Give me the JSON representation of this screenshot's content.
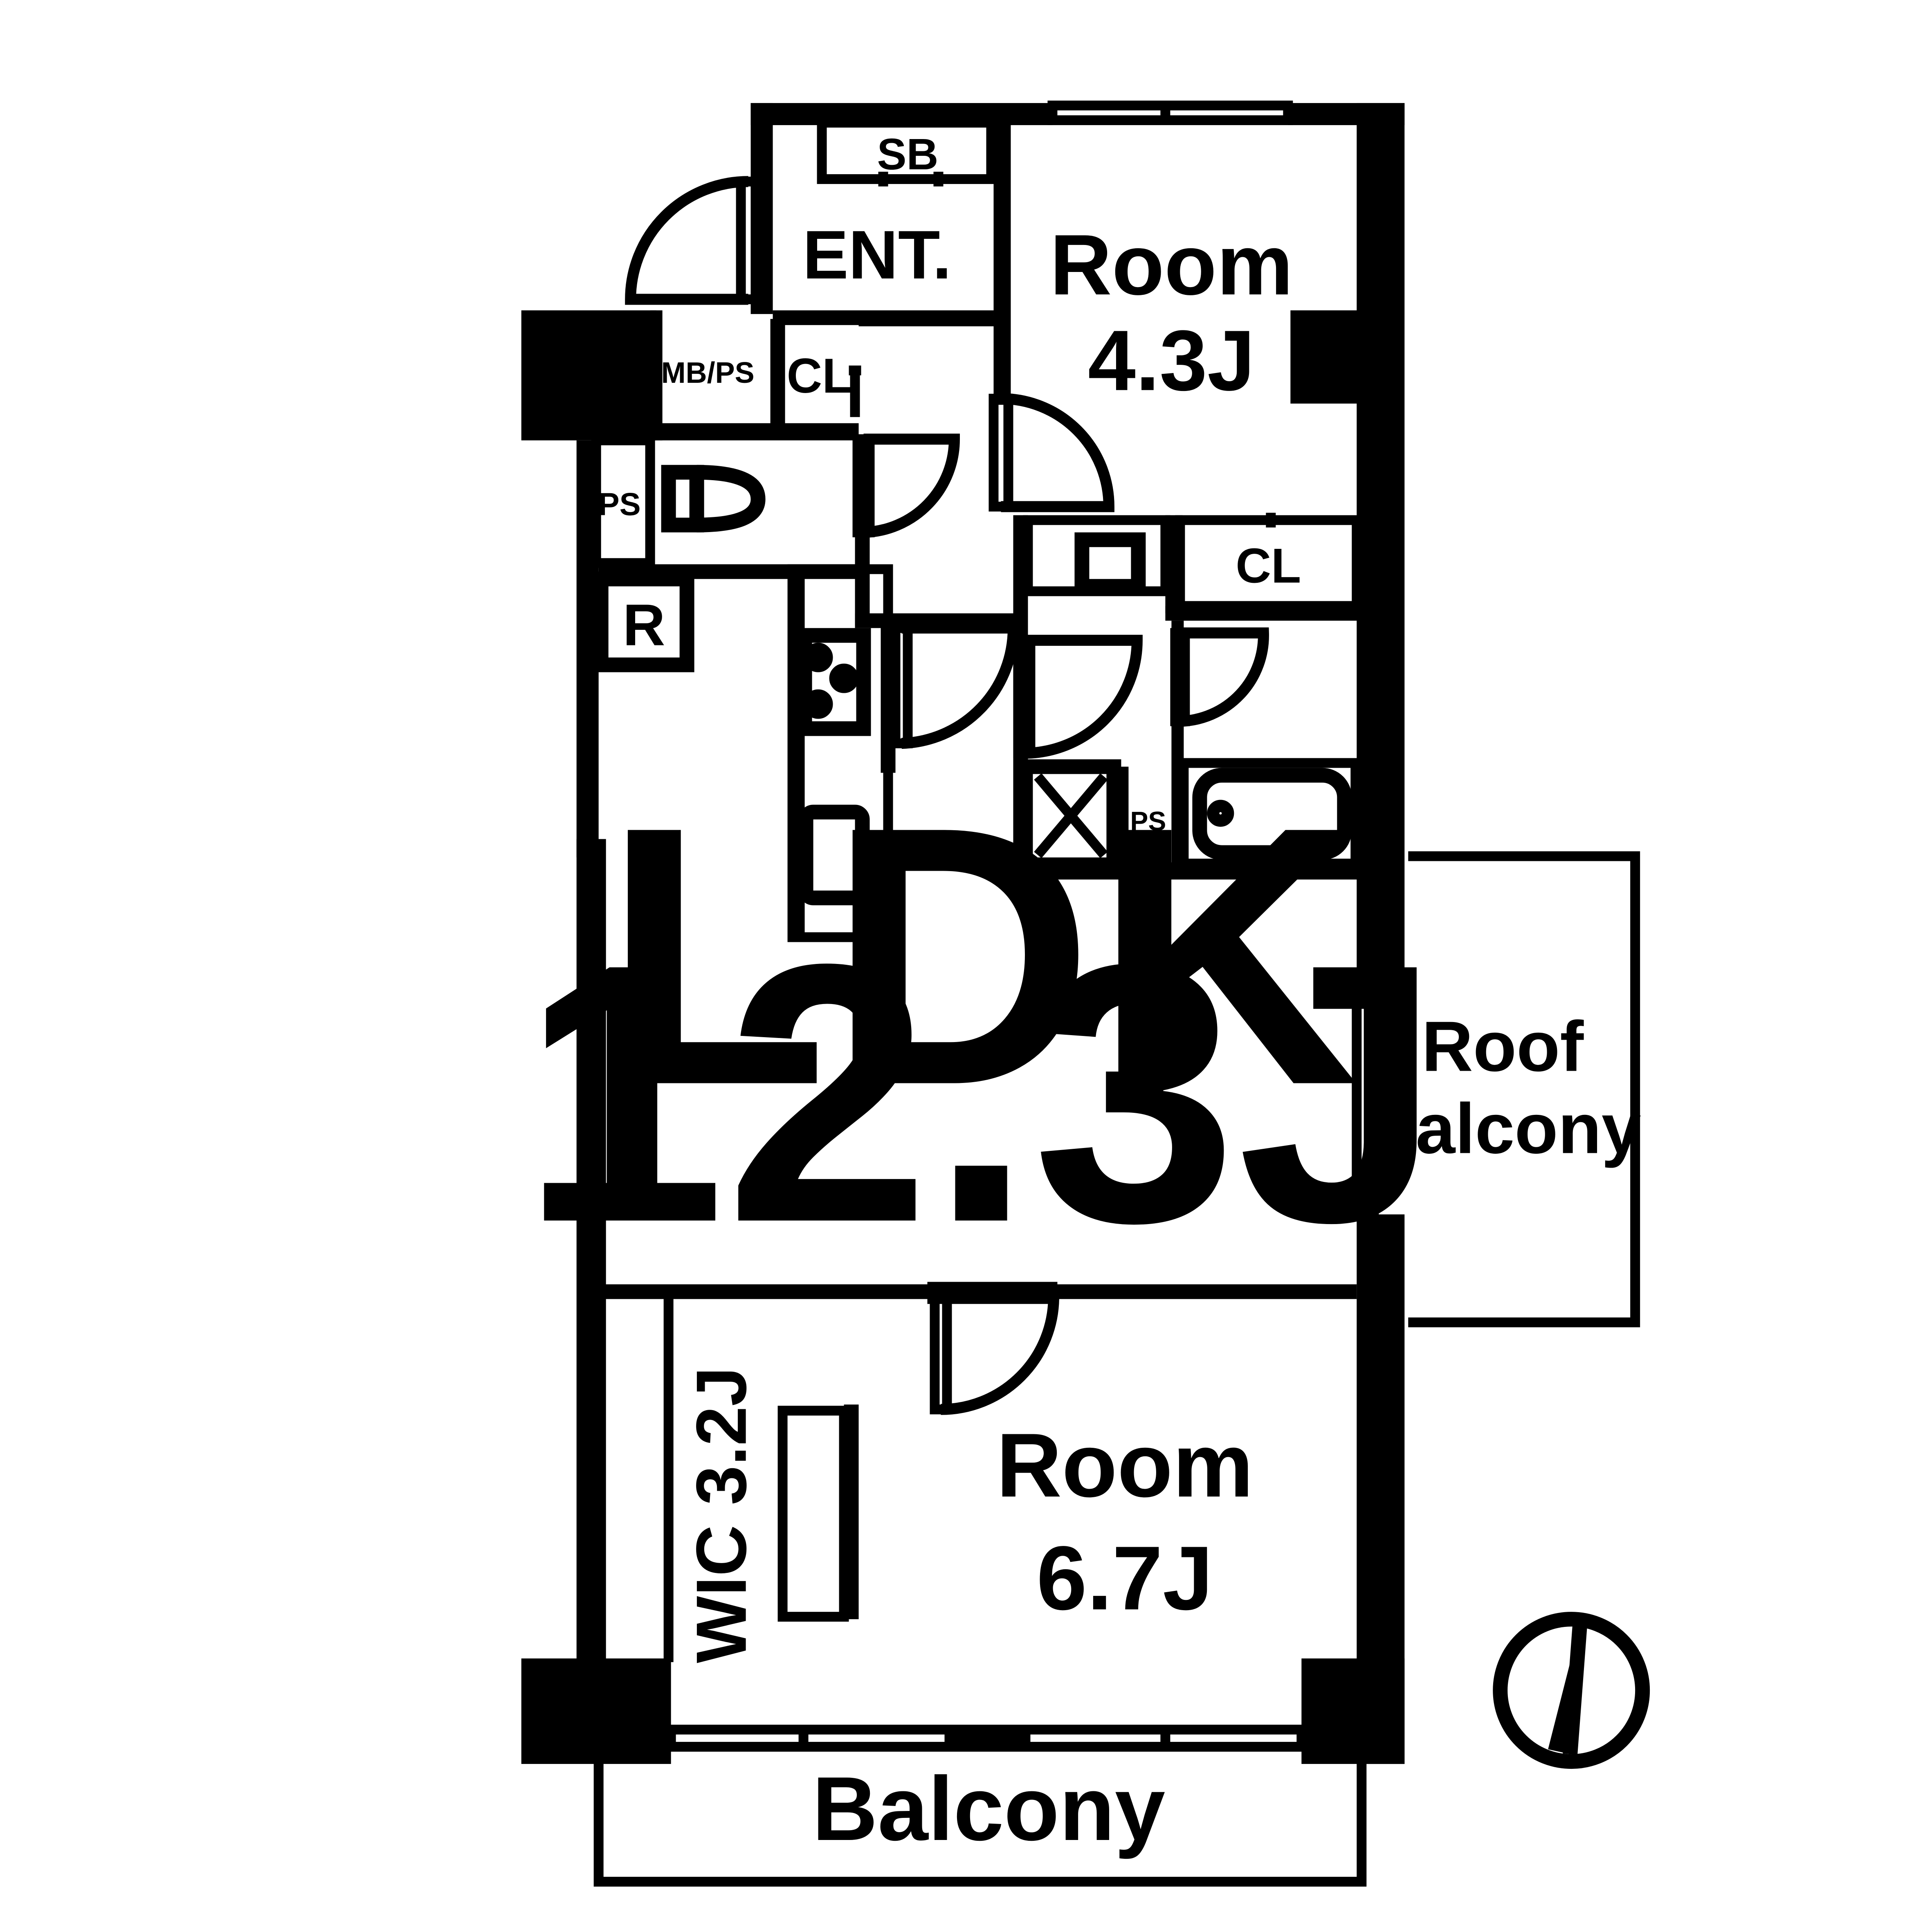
{
  "plan": {
    "rooms": {
      "ldk": {
        "name": "LDK",
        "size": "12.3J"
      },
      "room_north": {
        "name": "Room",
        "size": "4.3J"
      },
      "room_south": {
        "name": "Room",
        "size": "6.7J"
      },
      "wic": {
        "name": "WIC 3.2J"
      },
      "entrance": {
        "name": "ENT."
      },
      "roof_balcony": {
        "line1": "Roof",
        "line2": "Balcony"
      },
      "balcony": {
        "name": "Balcony"
      }
    },
    "labels": {
      "shoe_box": "SB",
      "meter_box": "MB/PS",
      "closet_entry": "CL",
      "closet_north": "CL",
      "pipe_space_toilet": "PS",
      "pipe_space_bath": "PS",
      "refrigerator": "R"
    },
    "compass": {
      "icon": "north-arrow-icon"
    }
  }
}
